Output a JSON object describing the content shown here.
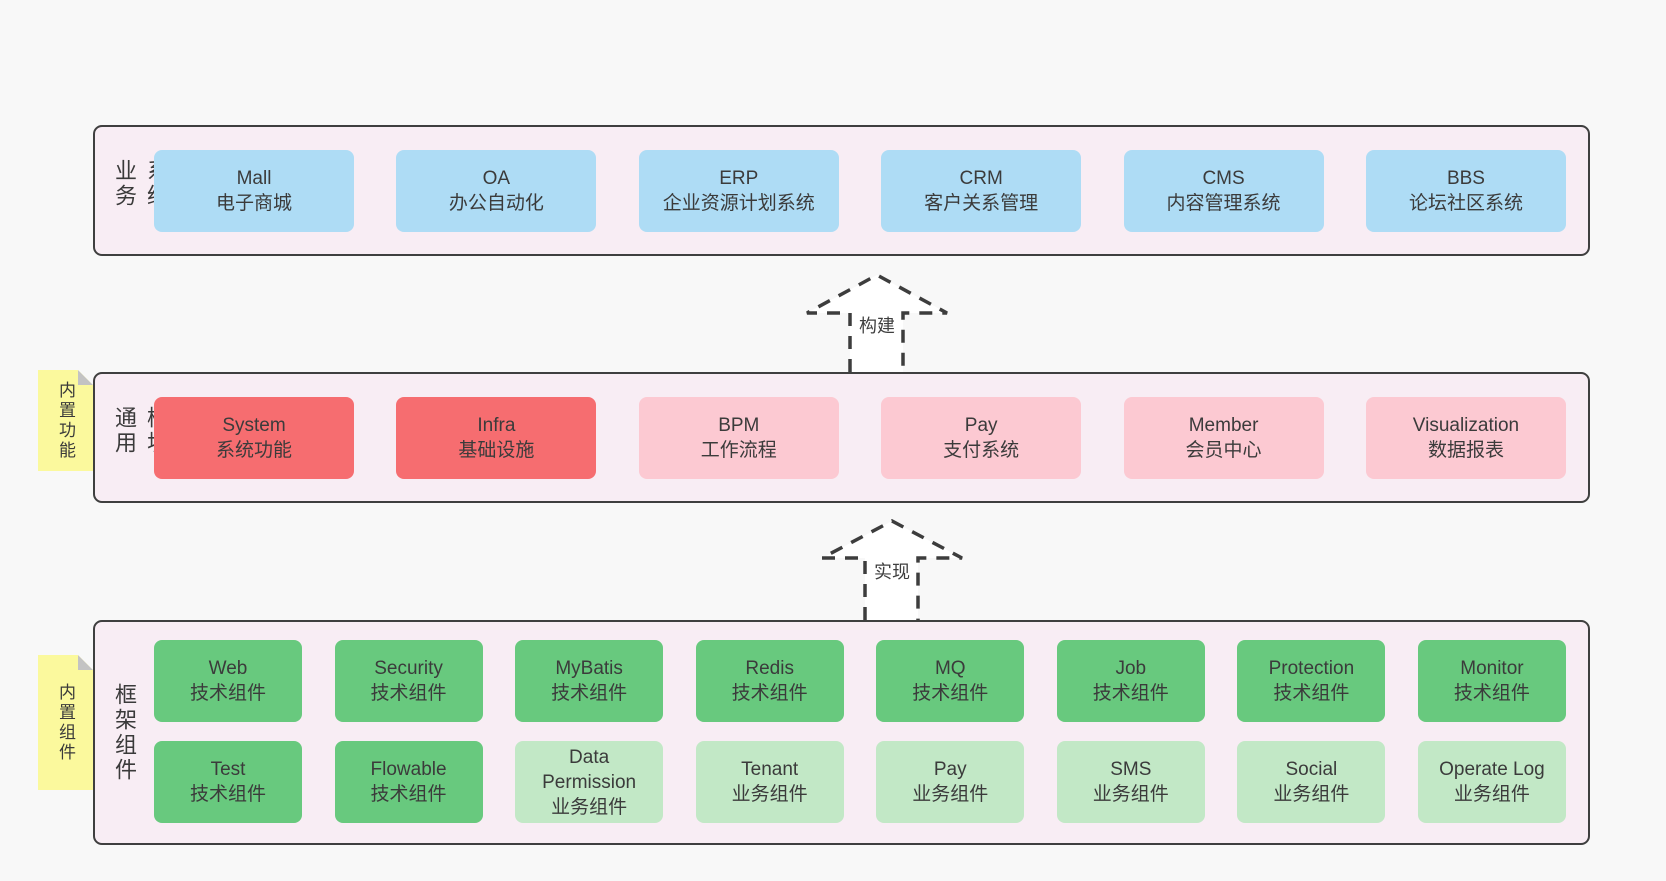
{
  "colors": {
    "page_bg": "#f8f8f8",
    "band_bg": "#f8edf4",
    "band_border": "#3f3f3f",
    "box_blue": "#aedcf5",
    "box_red": "#f66d70",
    "box_pink": "#fcc9d2",
    "box_green": "#68c97e",
    "box_green_light": "#c2e8c6",
    "sticky_yellow": "#fbf99d",
    "sticky_fold": "#c3c3c3",
    "text": "#3b3b3b"
  },
  "diagram": {
    "bands": [
      {
        "label": "业务系统",
        "boxes": [
          {
            "name": "Mall",
            "desc": "电子商城"
          },
          {
            "name": "OA",
            "desc": "办公自动化"
          },
          {
            "name": "ERP",
            "desc": "企业资源计划系统"
          },
          {
            "name": "CRM",
            "desc": "客户关系管理"
          },
          {
            "name": "CMS",
            "desc": "内容管理系统"
          },
          {
            "name": "BBS",
            "desc": "论坛社区系统"
          }
        ]
      },
      {
        "label": "通用模块",
        "sticky": "内置功能",
        "boxes": [
          {
            "name": "System",
            "desc": "系统功能"
          },
          {
            "name": "Infra",
            "desc": "基础设施"
          },
          {
            "name": "BPM",
            "desc": "工作流程"
          },
          {
            "name": "Pay",
            "desc": "支付系统"
          },
          {
            "name": "Member",
            "desc": "会员中心"
          },
          {
            "name": "Visualization",
            "desc": "数据报表"
          }
        ]
      },
      {
        "label": "框架组件",
        "sticky": "内置组件",
        "rows": [
          [
            {
              "name": "Web",
              "desc": "技术组件"
            },
            {
              "name": "Security",
              "desc": "技术组件"
            },
            {
              "name": "MyBatis",
              "desc": "技术组件"
            },
            {
              "name": "Redis",
              "desc": "技术组件"
            },
            {
              "name": "MQ",
              "desc": "技术组件"
            },
            {
              "name": "Job",
              "desc": "技术组件"
            },
            {
              "name": "Protection",
              "desc": "技术组件"
            },
            {
              "name": "Monitor",
              "desc": "技术组件"
            }
          ],
          [
            {
              "name": "Test",
              "desc": "技术组件"
            },
            {
              "name": "Flowable",
              "desc": "技术组件"
            },
            {
              "name": "Data Permission",
              "desc": "业务组件"
            },
            {
              "name": "Tenant",
              "desc": "业务组件"
            },
            {
              "name": "Pay",
              "desc": "业务组件"
            },
            {
              "name": "SMS",
              "desc": "业务组件"
            },
            {
              "name": "Social",
              "desc": "业务组件"
            },
            {
              "name": "Operate Log",
              "desc": "业务组件"
            }
          ]
        ]
      }
    ],
    "arrows": [
      {
        "label": "构建"
      },
      {
        "label": "实现"
      }
    ]
  }
}
